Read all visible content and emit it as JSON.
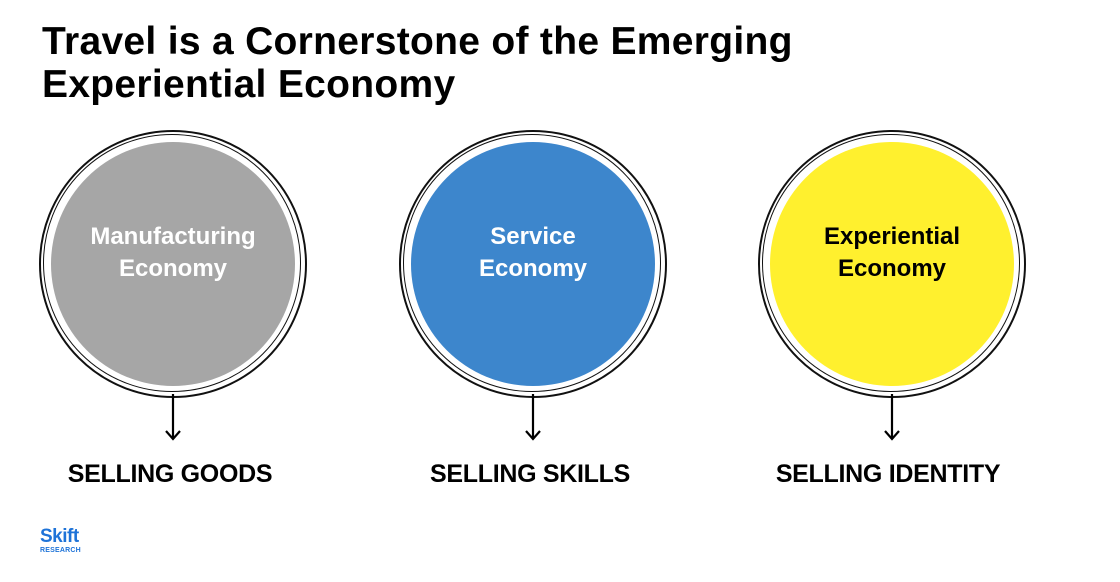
{
  "title": {
    "line1": "Travel is a Cornerstone of the Emerging",
    "line2": "Experiential Economy"
  },
  "stages": [
    {
      "line1": "Manufacturing",
      "line2": "Economy",
      "outcome": "SELLING GOODS",
      "color": "#a6a6a6",
      "text_color": "#ffffff"
    },
    {
      "line1": "Service",
      "line2": "Economy",
      "outcome": "SELLING SKILLS",
      "color": "#3d86cc",
      "text_color": "#ffffff"
    },
    {
      "line1": "Experiential",
      "line2": "Economy",
      "outcome": "SELLING IDENTITY",
      "color": "#fff02e",
      "text_color": "#000000"
    }
  ],
  "logo": {
    "name": "Skift",
    "sub": "RESEARCH"
  }
}
